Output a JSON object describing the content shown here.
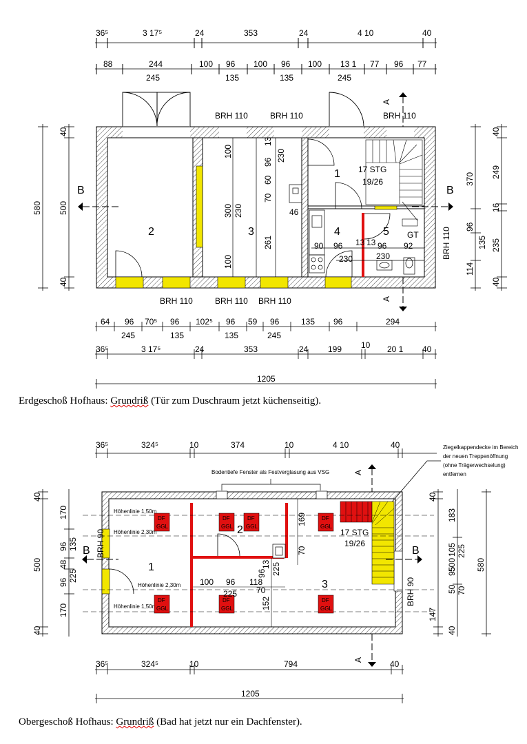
{
  "ground_floor": {
    "caption_pre": "Erdgeschoß Hofhaus: ",
    "caption_word": "Grundriß",
    "caption_post": " (Tür zum Duschraum jetzt küchenseitig).",
    "top_dims_row1": [
      "36⁵",
      "3 17⁵",
      "24",
      "353",
      "24",
      "4 10",
      "40"
    ],
    "top_dims_row2_upper": [
      "88",
      "244",
      "100",
      "96",
      "100",
      "96",
      "100",
      "13 1",
      "77",
      "96",
      "77"
    ],
    "top_dims_row2_lower": [
      "245",
      "135",
      "135",
      "245"
    ],
    "bottom_dims_row1_upper": [
      "64",
      "96",
      "70⁵",
      "96",
      "102⁵",
      "96",
      "59",
      "96",
      "135",
      "96",
      "294"
    ],
    "bottom_dims_row1_lower": [
      "245",
      "135",
      "135",
      "245"
    ],
    "bottom_dims_row2": [
      "36⁵",
      "3 17⁵",
      "24",
      "353",
      "24",
      "199",
      "10",
      "20 1",
      "40"
    ],
    "total_width": "1205",
    "left_dims": [
      "580",
      "500",
      "40",
      "40"
    ],
    "right_dims": [
      "370",
      "249",
      "40",
      "16",
      "96",
      "135",
      "235",
      "114",
      "40"
    ],
    "brh_labels": [
      "BRH 110",
      "BRH 110",
      "BRH 110",
      "BRH 110",
      "BRH 110",
      "BRH 110",
      "BRH 110"
    ],
    "section_a": "A",
    "section_b": "B",
    "rooms": [
      "1",
      "2",
      "3",
      "4",
      "5"
    ],
    "stairs": "17 STG",
    "stairs_ratio": "19/26",
    "gt": "GT",
    "inner_dims": [
      "100",
      "96",
      "13",
      "230",
      "300",
      "230",
      "60",
      "70",
      "261",
      "100",
      "46",
      "90",
      "96",
      "13",
      "13",
      "96",
      "92",
      "230",
      "230"
    ]
  },
  "upper_floor": {
    "caption_pre": "Obergeschoß Hofhaus: ",
    "caption_word": "Grundriß",
    "caption_post": " (Bad hat jetzt nur ein Dachfenster).",
    "top_dims": [
      "36⁵",
      "324⁵",
      "10",
      "374",
      "10",
      "4 10",
      "40"
    ],
    "bottom_dims": [
      "36⁵",
      "324⁵",
      "10",
      "794",
      "40"
    ],
    "total_width": "1205",
    "window_note": "Bodentiefe Fenster als Festverglasung aus VSG",
    "ceiling_note": [
      "Ziegelkappendecke im Bereich",
      "der neuen Treppenöffnung",
      "(ohne Trägerwechselung)",
      "entfernen"
    ],
    "height_lines": [
      "Höhenlinie 1,50m",
      "Höhenlinie 2,30m",
      "Höhenlinie 2,30m",
      "Höhenlinie 1,50m"
    ],
    "df_label": "DF",
    "ggl_label": "GGL",
    "rooms": [
      "1",
      "2",
      "3"
    ],
    "stairs": "17 STG",
    "stairs_ratio": "19/26",
    "brh_left": "BRH 90",
    "brh_right": "BRH 90",
    "left_dims": [
      "40",
      "170",
      "135",
      "96",
      "48",
      "96",
      "225",
      "170",
      "40",
      "500"
    ],
    "right_dims": [
      "40",
      "183",
      "105",
      "225",
      "95",
      "50",
      "70",
      "147",
      "40",
      "500",
      "580"
    ],
    "inner_dims": [
      "169",
      "70",
      "100",
      "96",
      "13",
      "225",
      "118",
      "96",
      "225",
      "70",
      "152"
    ],
    "section_a": "A",
    "section_b": "B"
  },
  "colors": {
    "yellow": "#f2e600",
    "red": "#e01010",
    "hatch": "#000000"
  }
}
